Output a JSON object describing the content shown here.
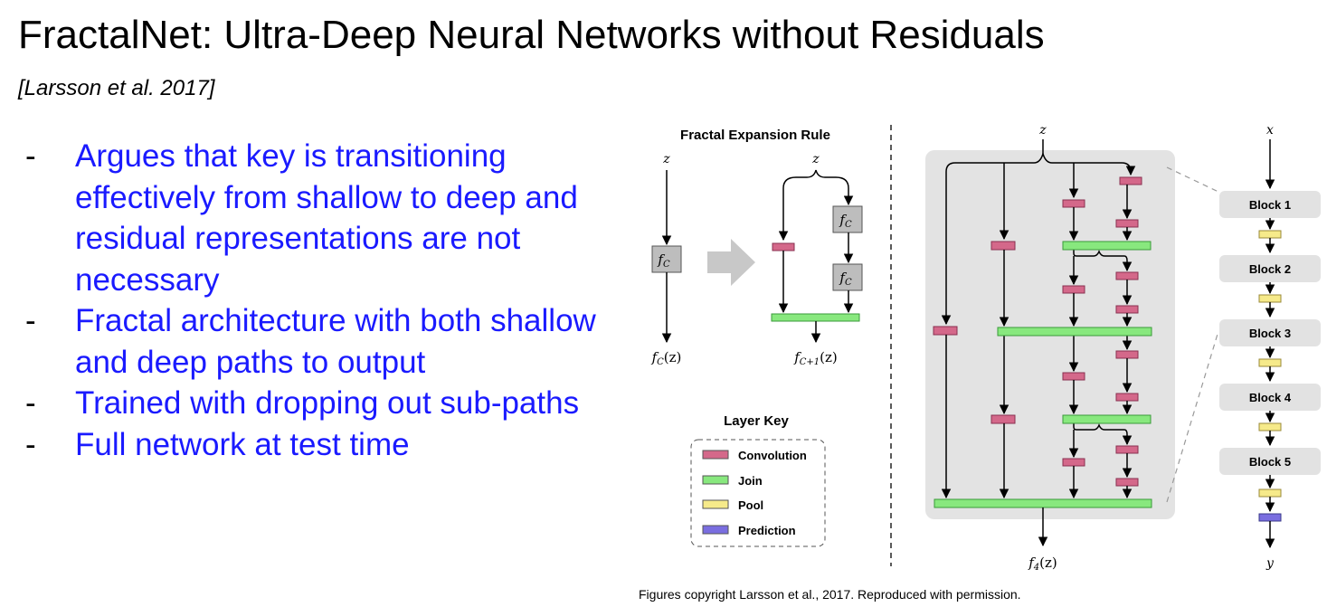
{
  "slide": {
    "title": "FractalNet: Ultra-Deep Neural Networks without Residuals",
    "citation": "[Larsson et al. 2017]",
    "bullets": [
      {
        "dash": "-",
        "text": "Argues that key is transitioning effectively from shallow to deep and residual representations are not necessary"
      },
      {
        "dash": "-",
        "text": "Fractal architecture with both shallow and deep paths to output"
      },
      {
        "dash": "-",
        "text": "Trained with dropping out sub-paths"
      },
      {
        "dash": "-",
        "text": "Full network at test time"
      }
    ],
    "caption": "Figures copyright Larsson et al., 2017. Reproduced with permission."
  },
  "figure": {
    "expansion": {
      "title": "Fractal Expansion Rule",
      "input_left": "z",
      "input_right": "z",
      "block_label": "f",
      "block_sub": "C",
      "out_left_f": "f",
      "out_left_sub": "C",
      "out_left_arg": "(z)",
      "out_right_f": "f",
      "out_right_sub": "C+1",
      "out_right_arg": "(z)"
    },
    "key": {
      "title": "Layer Key",
      "items": [
        {
          "label": "Convolution",
          "color": "#d4688a"
        },
        {
          "label": "Join",
          "color": "#88e87e"
        },
        {
          "label": "Pool",
          "color": "#f6ea8a"
        },
        {
          "label": "Prediction",
          "color": "#7a6ee0"
        }
      ]
    },
    "fractal": {
      "input": "z",
      "output_f": "f",
      "output_sub": "4",
      "output_arg": "(z)"
    },
    "network": {
      "input": "x",
      "output": "y",
      "blocks": [
        "Block 1",
        "Block 2",
        "Block 3",
        "Block 4",
        "Block 5"
      ]
    },
    "colors": {
      "conv": "#d4688a",
      "join": "#88e87e",
      "pool": "#f6ea8a",
      "pred": "#7a6ee0",
      "panel": "#e3e3e3",
      "block": "#e2e2e2",
      "fc": "#bdbdbd"
    }
  }
}
